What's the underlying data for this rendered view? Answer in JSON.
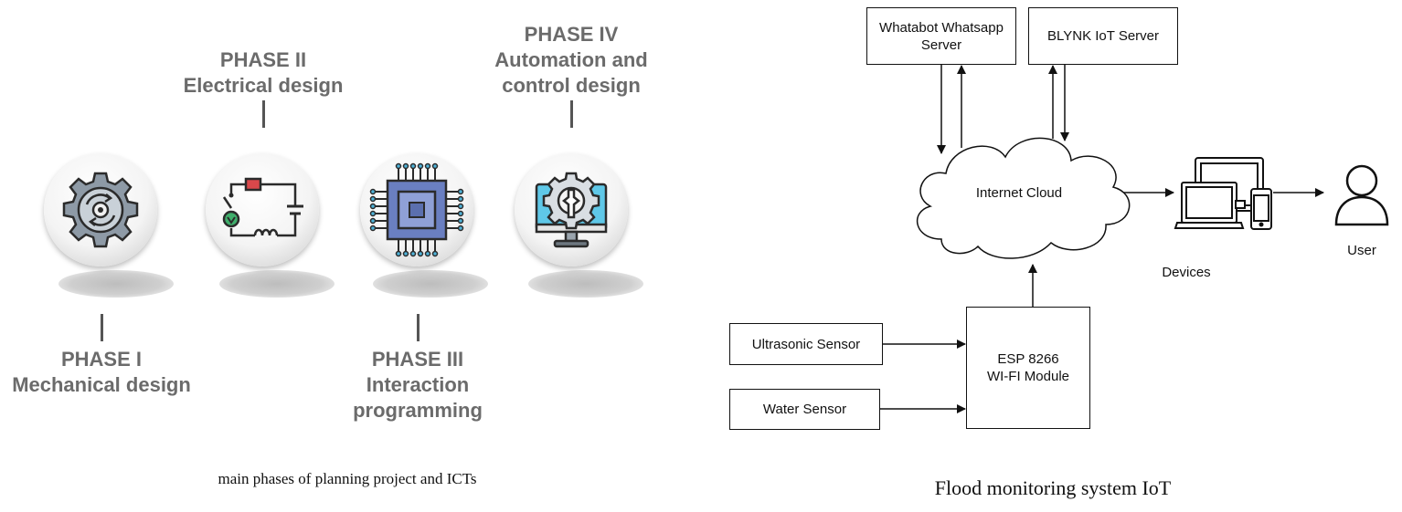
{
  "phases_diagram": {
    "phases": [
      {
        "id": "phase-1",
        "title": "PHASE I",
        "subtitle": [
          "Mechanical design"
        ],
        "icon": "gear-icon"
      },
      {
        "id": "phase-2",
        "title": "PHASE II",
        "subtitle": [
          "Electrical design"
        ],
        "icon": "circuit-icon"
      },
      {
        "id": "phase-3",
        "title": "PHASE III",
        "subtitle": [
          "Interaction",
          "programming"
        ],
        "icon": "chip-icon"
      },
      {
        "id": "phase-4",
        "title": "PHASE IV",
        "subtitle": [
          "Automation and",
          "control design"
        ],
        "icon": "monitor-gear-icon"
      }
    ],
    "caption": "main phases of planning project and ICTs"
  },
  "iot_diagram": {
    "nodes": {
      "whatabot": [
        "Whatabot Whatsapp",
        "Server"
      ],
      "blynk": "BLYNK IoT Server",
      "cloud": "Internet Cloud",
      "esp": [
        "ESP 8266",
        "WI-FI Module"
      ],
      "ultrasonic": "Ultrasonic Sensor",
      "water": "Water Sensor",
      "devices": "Devices",
      "user": "User"
    },
    "icons": [
      "cloud-icon",
      "devices-icon",
      "user-icon"
    ],
    "caption": "Flood monitoring system IoT"
  }
}
